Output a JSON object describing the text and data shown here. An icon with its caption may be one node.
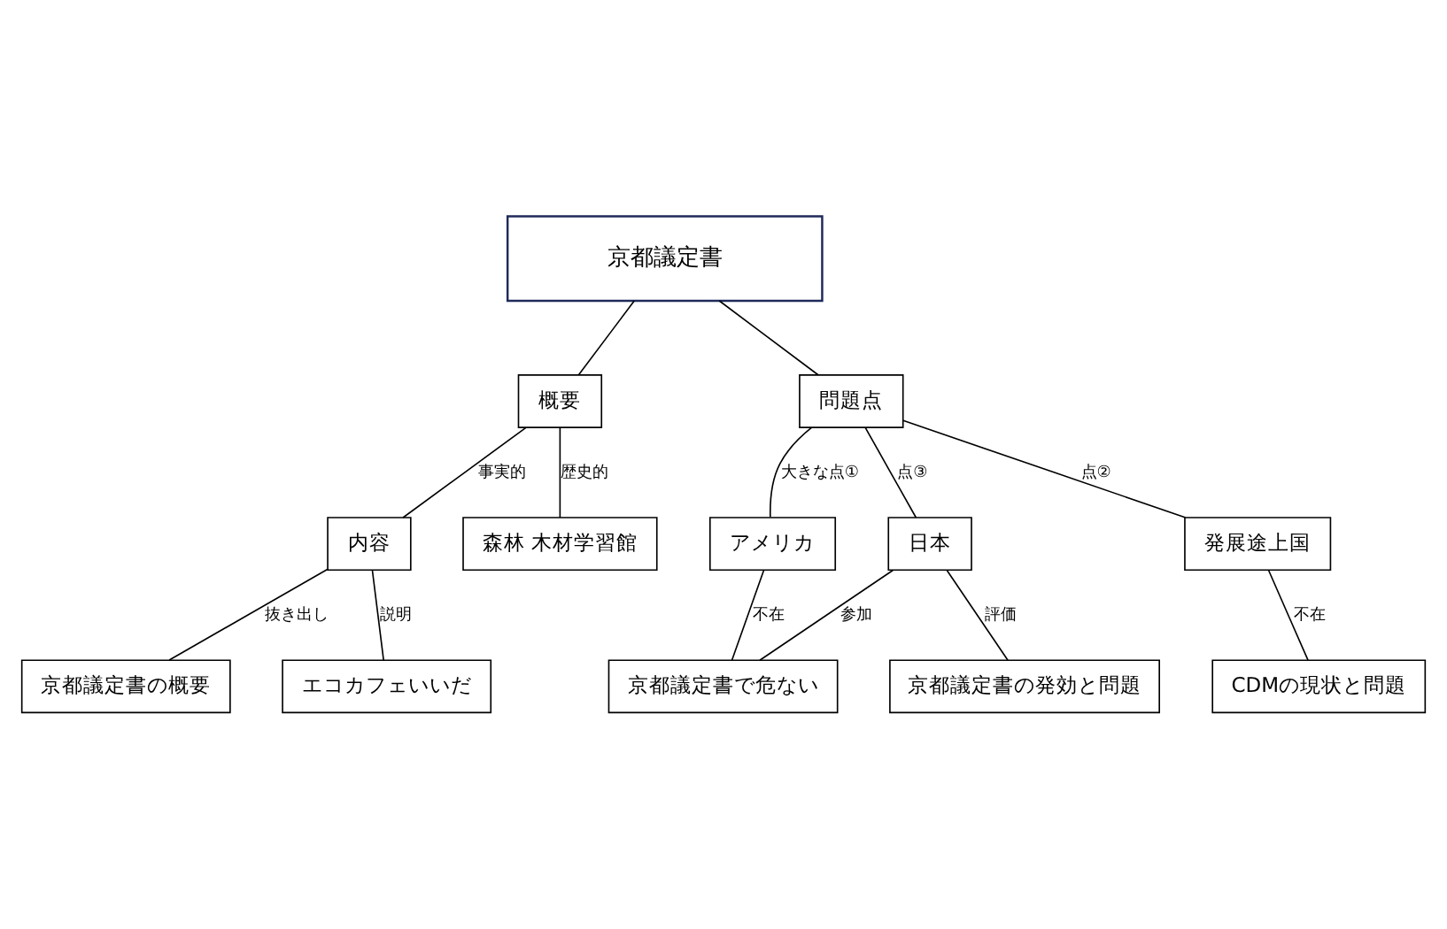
{
  "diagram": {
    "nodes": [
      {
        "text": [
          "京都議定書"
        ]
      },
      {
        "text": [
          "概要"
        ]
      },
      {
        "text": [
          "問題点"
        ]
      },
      {
        "text": [
          "森林 木材学習館"
        ]
      },
      {
        "text": [
          "内容"
        ]
      },
      {
        "text": [
          "アメリカ"
        ]
      },
      {
        "text": [
          "発展途上国"
        ]
      },
      {
        "text": [
          "日本"
        ]
      },
      {
        "text": [
          "京都議定書の概要"
        ]
      },
      {
        "text": [
          "エコカフェいいだ"
        ]
      },
      {
        "text": [
          "京都議定書で危ない"
        ]
      },
      {
        "text": [
          "CDMの現状と問題"
        ]
      },
      {
        "text": [
          "京都議定書の発効と問題"
        ]
      }
    ],
    "edges": [
      {
        "from": 0,
        "to": 1,
        "arrow": "none"
      },
      {
        "from": 0,
        "to": 2,
        "arrow": "none"
      },
      {
        "from": 1,
        "to": 3,
        "arrow": "none",
        "label": "歴史的"
      },
      {
        "from": 1,
        "to": 4,
        "arrow": "none",
        "label": "事実的"
      },
      {
        "from": 2,
        "to": 5,
        "arrow": "none",
        "label": "大きな点①"
      },
      {
        "from": 2,
        "to": 6,
        "arrow": "none",
        "label": "点②"
      },
      {
        "from": 2,
        "to": 7,
        "arrow": "none",
        "label": "点③"
      },
      {
        "from": 4,
        "to": 8,
        "arrow": "none",
        "label": "抜き出し"
      },
      {
        "from": 4,
        "to": 9,
        "arrow": "none",
        "label": "説明"
      },
      {
        "from": 5,
        "to": 10,
        "arrow": "none",
        "label": "不在"
      },
      {
        "from": 6,
        "to": 11,
        "arrow": "none",
        "label": "不在"
      },
      {
        "from": 7,
        "to": 10,
        "arrow": "none",
        "label": "参加"
      },
      {
        "from": 7,
        "to": 12,
        "arrow": "none",
        "label": "評価"
      }
    ]
  }
}
